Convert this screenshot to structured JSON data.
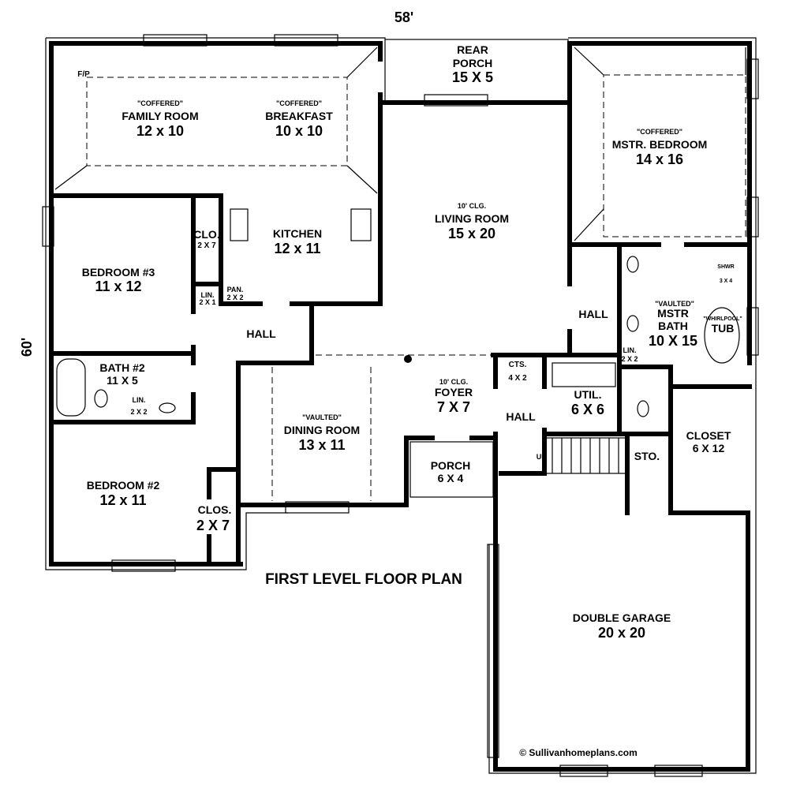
{
  "dimensions": {
    "width": "58'",
    "depth": "60'"
  },
  "title": "FIRST LEVEL FLOOR PLAN",
  "copyright": "© Sullivanhomeplans.com",
  "rooms": {
    "fireplace": {
      "name": "F/P"
    },
    "family_room": {
      "note": "\"COFFERED\"",
      "name": "FAMILY ROOM",
      "size": "12 x 10"
    },
    "breakfast": {
      "note": "\"COFFERED\"",
      "name": "BREAKFAST",
      "size": "10 x 10"
    },
    "rear_porch": {
      "name1": "REAR",
      "name2": "PORCH",
      "size": "15 X 5"
    },
    "master_bedroom": {
      "note": "\"COFFERED\"",
      "name": "MSTR. BEDROOM",
      "size": "14 x 16"
    },
    "living_room": {
      "note": "10' CLG.",
      "name": "LIVING ROOM",
      "size": "15 x 20"
    },
    "kitchen": {
      "name": "KITCHEN",
      "size": "12 x 11"
    },
    "closet_bed3": {
      "name": "CLO.",
      "size": "2 X 7"
    },
    "bedroom3": {
      "name": "BEDROOM #3",
      "size": "11 x 12"
    },
    "linen1": {
      "name": "LIN.",
      "size": "2 X 1"
    },
    "pantry": {
      "name": "PAN.",
      "size": "2 X 2"
    },
    "hall_left": {
      "name": "HALL"
    },
    "hall_right": {
      "name": "HALL"
    },
    "shower": {
      "name": "SHWR",
      "size": "3 X 4"
    },
    "master_bath": {
      "note": "\"VAULTED\"",
      "name1": "MSTR",
      "name2": "BATH",
      "size": "10 X 15"
    },
    "whirlpool": {
      "note": "\"WHIRLPOOL\"",
      "name": "TUB"
    },
    "linen_master": {
      "name": "LIN.",
      "size": "2 X 2"
    },
    "bath2": {
      "name": "BATH #2",
      "size": "11 X 5"
    },
    "linen2": {
      "name": "LIN.",
      "size": "2 X 2"
    },
    "cts": {
      "name": "CTS.",
      "size": "4 X 2"
    },
    "foyer": {
      "note": "10' CLG.",
      "name": "FOYER",
      "size": "7 X 7"
    },
    "hall_foyer": {
      "name": "HALL"
    },
    "utility": {
      "name": "UTIL.",
      "size": "6 X 6"
    },
    "dining_room": {
      "note": "\"VAULTED\"",
      "name": "DINING ROOM",
      "size": "13 x 11"
    },
    "stairs": {
      "label": "UP"
    },
    "storage": {
      "name": "STO."
    },
    "closet_master": {
      "name": "CLOSET",
      "size": "6 X 12"
    },
    "porch": {
      "name": "PORCH",
      "size": "6 X 4"
    },
    "bedroom2": {
      "name": "BEDROOM #2",
      "size": "12 x 11"
    },
    "closet_bed2": {
      "name": "CLOS.",
      "size": "2 X 7"
    },
    "garage": {
      "name": "DOUBLE GARAGE",
      "size": "20 x 20"
    }
  },
  "colors": {
    "line": "#000000",
    "background": "#ffffff"
  }
}
